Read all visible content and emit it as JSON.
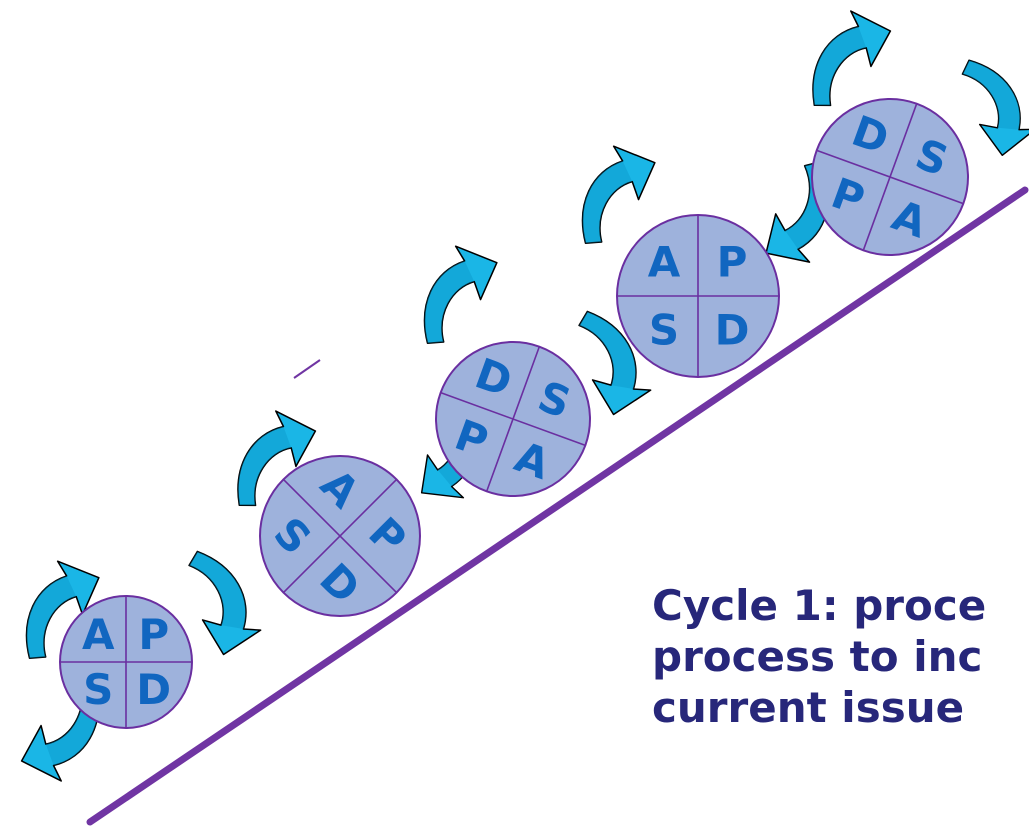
{
  "diagram": {
    "colors": {
      "slope_line": "#7035a3",
      "wheel_fill": "#9eb2dc",
      "wheel_stroke": "#6a2fa0",
      "wheel_letters": "#1166c0",
      "arrow_fill": "#1ab6e6",
      "arrow_fill_dark": "#0a8fbf",
      "caption_text": "#27277a"
    },
    "wheels": [
      {
        "name": "wheel-1",
        "letters": [
          "A",
          "P",
          "S",
          "D"
        ]
      },
      {
        "name": "wheel-2",
        "letters": [
          "A",
          "P",
          "S",
          "D"
        ]
      },
      {
        "name": "wheel-3",
        "letters": [
          "D",
          "S",
          "P",
          "A"
        ]
      },
      {
        "name": "wheel-4",
        "letters": [
          "A",
          "P",
          "S",
          "D"
        ]
      },
      {
        "name": "wheel-5",
        "letters": [
          "D",
          "S",
          "P",
          "A"
        ]
      }
    ],
    "caption_lines": [
      "Cycle 1: proce",
      "process to inc",
      "current issue"
    ]
  }
}
